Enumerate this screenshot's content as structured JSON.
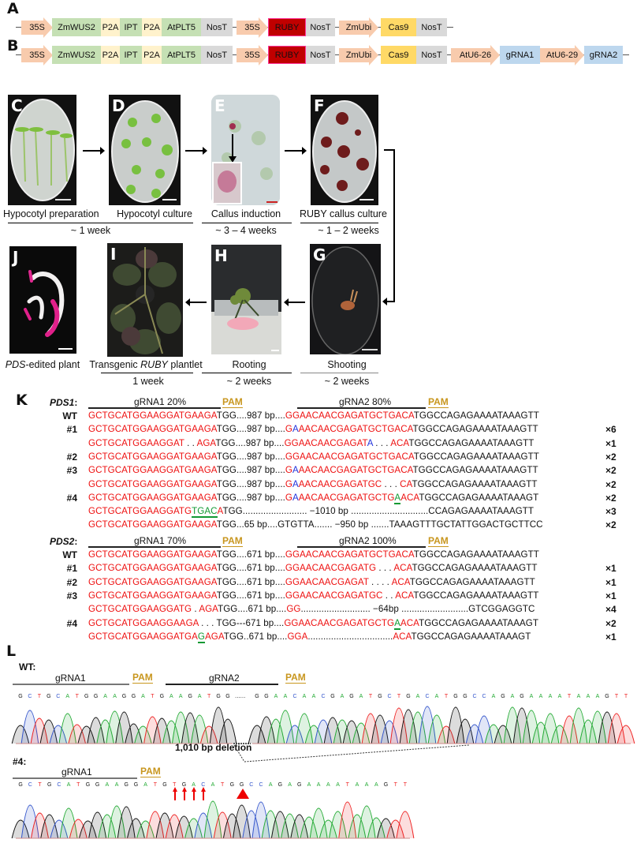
{
  "panels": {
    "A": "A",
    "B": "B",
    "C": "C",
    "D": "D",
    "E": "E",
    "F": "F",
    "G": "G",
    "H": "H",
    "I": "I",
    "J": "J",
    "K": "K",
    "L": "L"
  },
  "construct_a": [
    "35S",
    "ZmWUS2",
    "P2A",
    "IPT",
    "P2A",
    "AtPLT5",
    "NosT",
    "35S",
    "RUBY",
    "NosT",
    "ZmUbi",
    "Cas9",
    "NosT"
  ],
  "construct_b": [
    "35S",
    "ZmWUS2",
    "P2A",
    "IPT",
    "P2A",
    "AtPLT5",
    "NosT",
    "35S",
    "RUBY",
    "NosT",
    "ZmUbi",
    "Cas9",
    "NosT",
    "AtU6-26",
    "gRNA1",
    "AtU6-29",
    "gRNA2"
  ],
  "colors": {
    "promoter": "#f8cbad",
    "gene": "#c5e0b4",
    "p2a": "#fff2cc",
    "nost": "#d9d9d9",
    "ruby": "#c00000",
    "cas9": "#ffd966",
    "grna": "#bdd7ee",
    "ruby_border": "#ff3399",
    "A": "#22aa33",
    "C": "#3355cc",
    "G": "#111111",
    "T": "#ee2222"
  },
  "steps": {
    "C": "Hypocotyl preparation",
    "D": "Hypocotyl culture",
    "E": "Callus induction",
    "F": "RUBY callus culture",
    "G": "Shooting",
    "H": "Rooting",
    "I_pre": "Transgenic ",
    "I_em": "RUBY",
    "I_post": " plantlet",
    "J_em": "PDS",
    "J_post": "-edited plant"
  },
  "durations": {
    "CD": "~ 1 week",
    "E": "~ 3 – 4 weeks",
    "F": "~ 1 – 2 weeks",
    "I": "1 week",
    "H": "~ 2 weeks",
    "G": "~ 2 weeks"
  },
  "K": {
    "PDS1": {
      "name": "PDS1",
      "colon": ":",
      "grna1": "gRNA1 20%",
      "grna2": "gRNA2 80%",
      "pam": "PAM",
      "rows": [
        {
          "label": "WT",
          "count": "",
          "segs": [
            [
              "r",
              "GCTGCATGGAAGGATGAAGA"
            ],
            [
              "k",
              "TGG....987 bp...."
            ],
            [
              "r",
              "GGAACAACGAGATGCTGACA"
            ],
            [
              "k",
              "TGGCCAGAGAAAATAAAGTT"
            ]
          ]
        },
        {
          "label": "#1",
          "count": "×6",
          "segs": [
            [
              "r",
              "GCTGCATGGAAGGATGAAGA"
            ],
            [
              "k",
              "TGG....987 bp...."
            ],
            [
              "r",
              "G"
            ],
            [
              "b",
              "A"
            ],
            [
              "r",
              "AACAACGAGATGCTGACA"
            ],
            [
              "k",
              "TGGCCAGAGAAAATAAAGTT"
            ]
          ]
        },
        {
          "label": "",
          "count": "×1",
          "segs": [
            [
              "r",
              "GCTGCATGGAAGGAT"
            ],
            [
              "k",
              " . . "
            ],
            [
              "r",
              "AGA"
            ],
            [
              "k",
              "TGG....987 bp...."
            ],
            [
              "r",
              "GGAACAACGAGAT"
            ],
            [
              "b",
              "A"
            ],
            [
              "k",
              " . . . "
            ],
            [
              "r",
              "ACA"
            ],
            [
              "k",
              "TGGCCAGAGAAAATAAAGTT"
            ]
          ]
        },
        {
          "label": "#2",
          "count": "×2",
          "segs": [
            [
              "r",
              "GCTGCATGGAAGGATGAAGA"
            ],
            [
              "k",
              "TGG....987 bp...."
            ],
            [
              "r",
              "GGAACAACGAGATGCTGACA"
            ],
            [
              "k",
              "TGGCCAGAGAAAATAAAGTT"
            ]
          ]
        },
        {
          "label": "#3",
          "count": "×2",
          "segs": [
            [
              "r",
              "GCTGCATGGAAGGATGAAGA"
            ],
            [
              "k",
              "TGG....987 bp...."
            ],
            [
              "r",
              "G"
            ],
            [
              "b",
              "A"
            ],
            [
              "r",
              "AACAACGAGATGCTGACA"
            ],
            [
              "k",
              "TGGCCAGAGAAAATAAAGTT"
            ]
          ]
        },
        {
          "label": "",
          "count": "×2",
          "segs": [
            [
              "r",
              "GCTGCATGGAAGGATGAAGA"
            ],
            [
              "k",
              "TGG....987 bp...."
            ],
            [
              "r",
              "G"
            ],
            [
              "b",
              "A"
            ],
            [
              "r",
              "AACAACGAGATGC"
            ],
            [
              "k",
              " . . . "
            ],
            [
              "r",
              "CA"
            ],
            [
              "k",
              "TGGCCAGAGAAAATAAAGTT"
            ]
          ]
        },
        {
          "label": "#4",
          "count": "×2",
          "segs": [
            [
              "r",
              "GCTGCATGGAAGGATGAAGA"
            ],
            [
              "k",
              "TGG....987 bp...."
            ],
            [
              "r",
              "G"
            ],
            [
              "b",
              "A"
            ],
            [
              "r",
              "AACAACGAGATGCTG"
            ],
            [
              "gu",
              "A"
            ],
            [
              "r",
              "ACA"
            ],
            [
              "k",
              "TGGCCAGAGAAAATAAAGT"
            ]
          ]
        },
        {
          "label": "",
          "count": "×3",
          "segs": [
            [
              "r",
              "GCTGCATGGAAGGATG"
            ],
            [
              "gu",
              "TGAC"
            ],
            [
              "r",
              "A"
            ],
            [
              "k",
              "TGG......................... −1010 bp ..............................CCAGAGAAAATAAAGTT"
            ]
          ]
        },
        {
          "label": "",
          "count": "×2",
          "segs": [
            [
              "r",
              "GCTGCATGGAAGGATGAAGA"
            ],
            [
              "k",
              "TGG...65 bp....GTGTTA....... −950 bp .......TAAAGTTTGCTATTGGACTGCTTCC"
            ]
          ]
        }
      ]
    },
    "PDS2": {
      "name": "PDS2",
      "colon": ":",
      "grna1": "gRNA1 70%",
      "grna2": "gRNA2 100%",
      "pam": "PAM",
      "rows": [
        {
          "label": "WT",
          "count": "",
          "segs": [
            [
              "r",
              "GCTGCATGGAAGGATGAAGA"
            ],
            [
              "k",
              "TGG....671 bp...."
            ],
            [
              "r",
              "GGAACAACGAGATGCTGACA"
            ],
            [
              "k",
              "TGGCCAGAGAAAATAAAGTT"
            ]
          ]
        },
        {
          "label": "#1",
          "count": "×1",
          "segs": [
            [
              "r",
              "GCTGCATGGAAGGATGAAGA"
            ],
            [
              "k",
              "TGG....671 bp...."
            ],
            [
              "r",
              "GGAACAACGAGATG"
            ],
            [
              "k",
              " . . . "
            ],
            [
              "r",
              "ACA"
            ],
            [
              "k",
              "TGGCCAGAGAAAATAAAGTT"
            ]
          ]
        },
        {
          "label": "#2",
          "count": "×1",
          "segs": [
            [
              "r",
              "GCTGCATGGAAGGATGAAGA"
            ],
            [
              "k",
              "TGG....671 bp...."
            ],
            [
              "r",
              "GGAACAACGAGAT"
            ],
            [
              "k",
              " . . . . "
            ],
            [
              "r",
              "ACA"
            ],
            [
              "k",
              "TGGCCAGAGAAAATAAAGTT"
            ]
          ]
        },
        {
          "label": "#3",
          "count": "×1",
          "segs": [
            [
              "r",
              "GCTGCATGGAAGGATGAAGA"
            ],
            [
              "k",
              "TGG....671 bp...."
            ],
            [
              "r",
              "GGAACAACGAGATGC"
            ],
            [
              "k",
              " . . "
            ],
            [
              "r",
              "ACA"
            ],
            [
              "k",
              "TGGCCAGAGAAAATAAAGTT"
            ]
          ]
        },
        {
          "label": "",
          "count": "×4",
          "segs": [
            [
              "r",
              "GCTGCATGGAAGGATG"
            ],
            [
              "k",
              " . "
            ],
            [
              "r",
              "AGA"
            ],
            [
              "k",
              "TGG....671 bp...."
            ],
            [
              "r",
              "GG"
            ],
            [
              "k",
              "........................... −64bp ..........................GTCGGAGGTC"
            ]
          ]
        },
        {
          "label": "#4",
          "count": "×2",
          "segs": [
            [
              "r",
              "GCTGCATGGAAGGAAGA"
            ],
            [
              "k",
              " . . . TGG---671 bp...."
            ],
            [
              "r",
              "GGAACAACGAGATGCTG"
            ],
            [
              "gu",
              "A"
            ],
            [
              "r",
              "ACA"
            ],
            [
              "k",
              "TGGCCAGAGAAAATAAAGT"
            ]
          ]
        },
        {
          "label": "",
          "count": "×1",
          "segs": [
            [
              "r",
              "GCTGCATGGAAGGATGA"
            ],
            [
              "gu",
              "G"
            ],
            [
              "r",
              "AGA"
            ],
            [
              "k",
              "TGG..671 bp...."
            ],
            [
              "r",
              "GGA"
            ],
            [
              "k",
              "................................."
            ],
            [
              "r",
              "ACA"
            ],
            [
              "k",
              "TGGCCAGAGAAAATAAAGT"
            ]
          ]
        }
      ]
    }
  },
  "L": {
    "wt_label": "WT:",
    "mut_label": "#4:",
    "grna1": "gRNA1",
    "grna2": "gRNA2",
    "pam": "PAM",
    "deletion": "1,010 bp deletion",
    "wt_seq1": "GCTGCATGGAAGGATGAAGATGG",
    "gap": "......",
    "wt_seq2": "GGAACAACGAGATGCTGACATGGCCAGAGAAAATAAAGTT",
    "mut_seq": "GCTGCATGGAAGGATGTGACATGGCCAGAGAAAATAAAGTT"
  }
}
